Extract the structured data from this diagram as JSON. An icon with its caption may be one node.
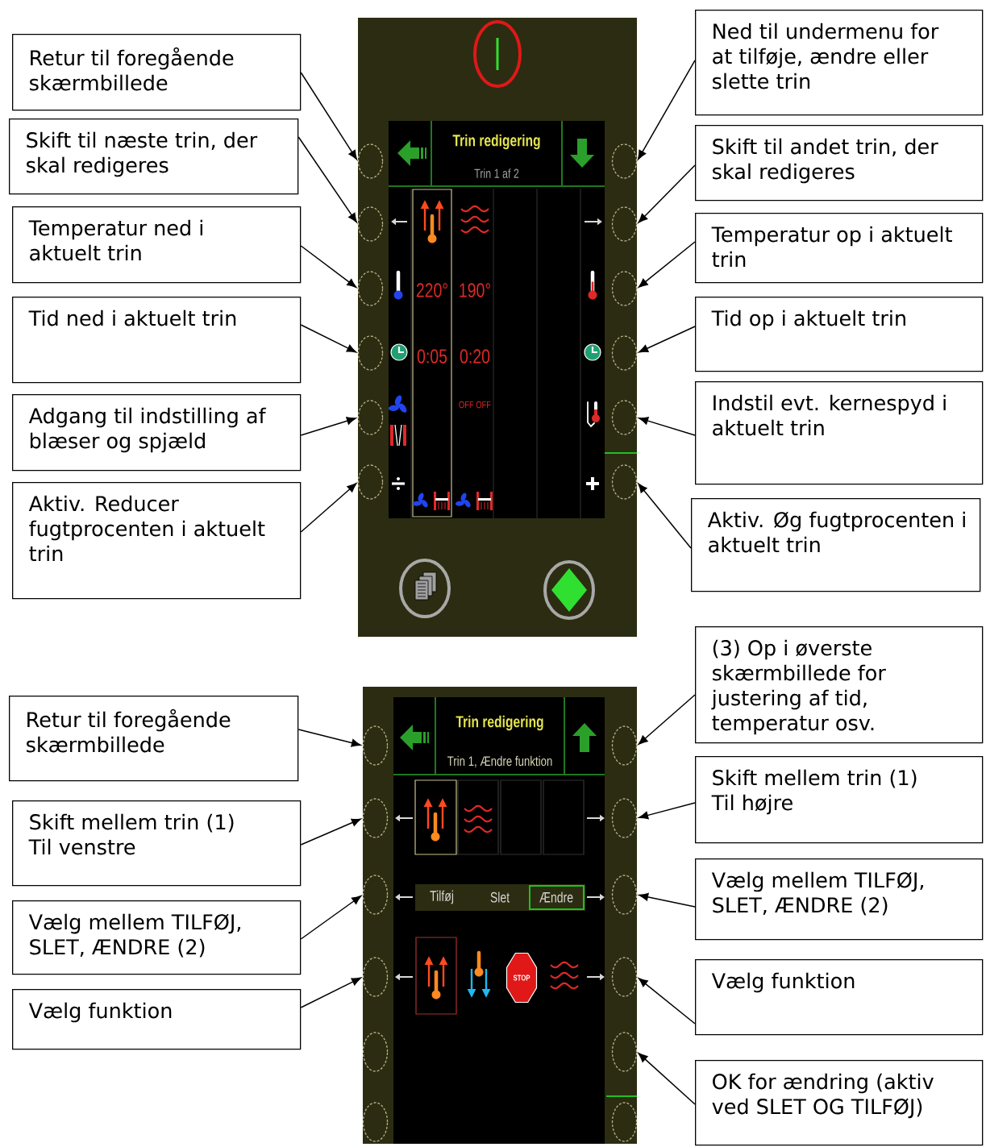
{
  "diagram": {
    "nodes": [
      {
        "text": [
          "Retur til foregående skærmbillede"
        ]
      },
      {
        "text": [
          "Skift til næste trin, der skal redigeres"
        ]
      },
      {
        "text": [
          "Temperatur ned i aktuelt trin"
        ]
      },
      {
        "text": [
          "Tid ned i aktuelt trin"
        ]
      },
      {
        "text": [
          "Adgang til indstilling af blæser og spjæld"
        ]
      },
      {
        "text": [
          "Aktiv. Reducer fugtprocenten i aktuelt trin"
        ]
      },
      {
        "text": [
          "Ned til undermenu for at tilføje, ændre eller slette trin"
        ]
      },
      {
        "text": [
          "Skift til andet trin, der skal redigeres"
        ]
      },
      {
        "text": [
          "Temperatur op i aktuelt trin"
        ]
      },
      {
        "text": [
          "Tid op i aktuelt trin"
        ]
      },
      {
        "text": [
          "Indstil evt. kernespyd i aktuelt trin"
        ]
      },
      {
        "text": [
          "Aktiv. Øg fugtprocenten i aktuelt trin"
        ]
      },
      {
        "text": [],
        "shape": "circle"
      },
      {
        "text": [],
        "shape": "circle"
      },
      {
        "text": [],
        "shape": "circle"
      },
      {
        "text": [],
        "shape": "circle"
      },
      {
        "text": [],
        "shape": "circle"
      },
      {
        "text": [],
        "shape": "circle"
      },
      {
        "text": [],
        "shape": "circle"
      },
      {
        "text": [],
        "shape": "circle"
      },
      {
        "text": [],
        "shape": "circle"
      },
      {
        "text": [],
        "shape": "circle"
      },
      {
        "text": [],
        "shape": "circle"
      },
      {
        "text": [],
        "shape": "circle"
      },
      {
        "text": [
          "Retur til foregående skærmbillede"
        ]
      },
      {
        "text": [
          "Skift mellem trin (1) Til venstre"
        ]
      },
      {
        "text": [
          "Vælg mellem TILFØJ, SLET, ÆNDRE (2)"
        ]
      },
      {
        "text": [
          "Vælg funktion"
        ]
      },
      {
        "text": [
          "(3) Op i øverste skærmbillede for justering af tid, temperatur osv."
        ]
      },
      {
        "text": [
          "Skift mellem trin (1) Til højre"
        ]
      },
      {
        "text": [
          "Vælg mellem TILFØJ, SLET, ÆNDRE (2)"
        ]
      },
      {
        "text": [
          "Vælg funktion"
        ]
      },
      {
        "text": [
          "OK for ændring (aktiv ved SLET OG TILFØJ)"
        ]
      },
      {
        "text": [],
        "shape": "circle"
      },
      {
        "text": [],
        "shape": "circle"
      },
      {
        "text": [],
        "shape": "circle"
      },
      {
        "text": [],
        "shape": "circle"
      },
      {
        "text": [],
        "shape": "circle"
      },
      {
        "text": [],
        "shape": "circle"
      },
      {
        "text": [],
        "shape": "circle"
      },
      {
        "text": [],
        "shape": "circle"
      },
      {
        "text": [],
        "shape": "circle"
      },
      {
        "text": [],
        "shape": "circle"
      },
      {
        "text": [],
        "shape": "circle"
      },
      {
        "text": [],
        "shape": "circle"
      }
    ],
    "edges": [
      {
        "from": 0,
        "to": 12,
        "arrow": "to"
      },
      {
        "from": 1,
        "to": 13,
        "arrow": "to"
      },
      {
        "from": 2,
        "to": 14,
        "arrow": "to"
      },
      {
        "from": 3,
        "to": 15,
        "arrow": "to"
      },
      {
        "from": 4,
        "to": 16,
        "arrow": "to"
      },
      {
        "from": 5,
        "to": 17,
        "arrow": "to"
      },
      {
        "from": 6,
        "to": 18,
        "arrow": "to"
      },
      {
        "from": 7,
        "to": 19,
        "arrow": "to"
      },
      {
        "from": 8,
        "to": 20,
        "arrow": "to"
      },
      {
        "from": 9,
        "to": 21,
        "arrow": "to"
      },
      {
        "from": 10,
        "to": 22,
        "arrow": "to"
      },
      {
        "from": 11,
        "to": 23,
        "arrow": "to"
      },
      {
        "from": 24,
        "to": 33,
        "arrow": "to"
      },
      {
        "from": 25,
        "to": 34,
        "arrow": "to"
      },
      {
        "from": 26,
        "to": 35,
        "arrow": "to"
      },
      {
        "from": 27,
        "to": 36,
        "arrow": "to"
      },
      {
        "from": 28,
        "to": 39,
        "arrow": "to"
      },
      {
        "from": 29,
        "to": 40,
        "arrow": "to"
      },
      {
        "from": 30,
        "to": 41,
        "arrow": "to"
      },
      {
        "from": 31,
        "to": 42,
        "arrow": "to"
      },
      {
        "from": 32,
        "to": 43,
        "arrow": "to"
      }
    ],
    "labels": [
      "Trin redigering",
      "Trin 1 af 2",
      "220°",
      "190°",
      "0:05",
      "0:20",
      "OFF OFF",
      "Trin redigering",
      "Trin 1, Ændre funktion",
      "Tilføj",
      "Slet",
      "Ændre",
      "STOP"
    ]
  }
}
